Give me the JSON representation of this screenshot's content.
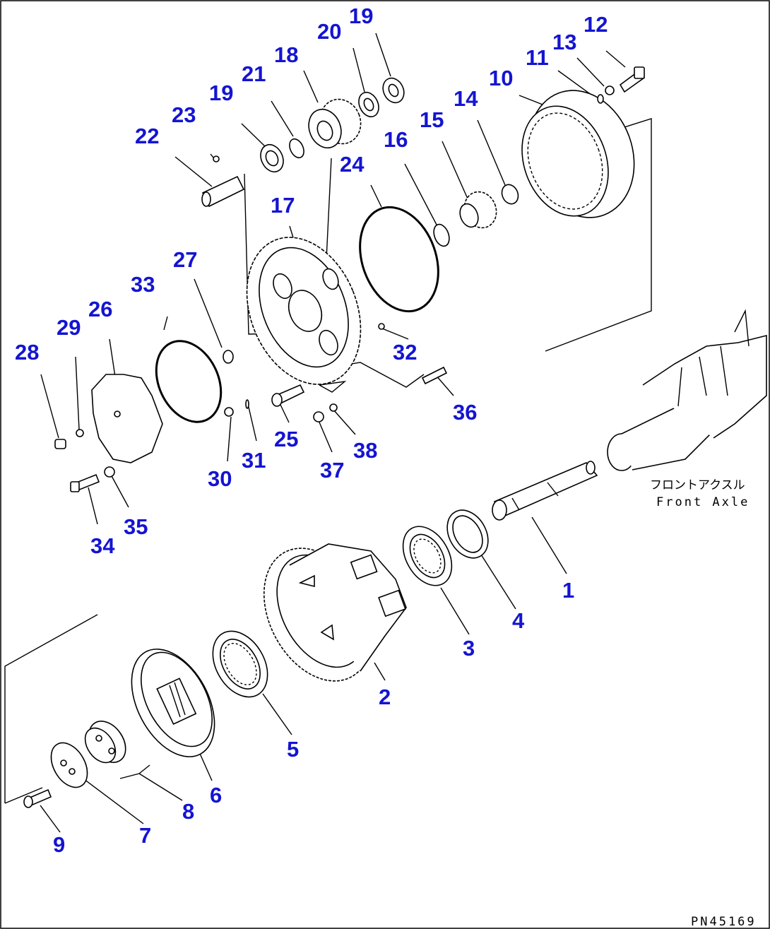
{
  "diagram": {
    "callouts": [
      "1",
      "2",
      "3",
      "4",
      "5",
      "6",
      "7",
      "8",
      "9",
      "10",
      "11",
      "12",
      "13",
      "14",
      "15",
      "16",
      "17",
      "18",
      "19",
      "19",
      "20",
      "21",
      "22",
      "23",
      "24",
      "25",
      "26",
      "27",
      "28",
      "29",
      "30",
      "31",
      "32",
      "33",
      "34",
      "35",
      "36",
      "37",
      "38"
    ],
    "axle_label_jp": "フロントアクスル",
    "axle_label_en": "Front Axle",
    "figure_code": "PN45169"
  }
}
